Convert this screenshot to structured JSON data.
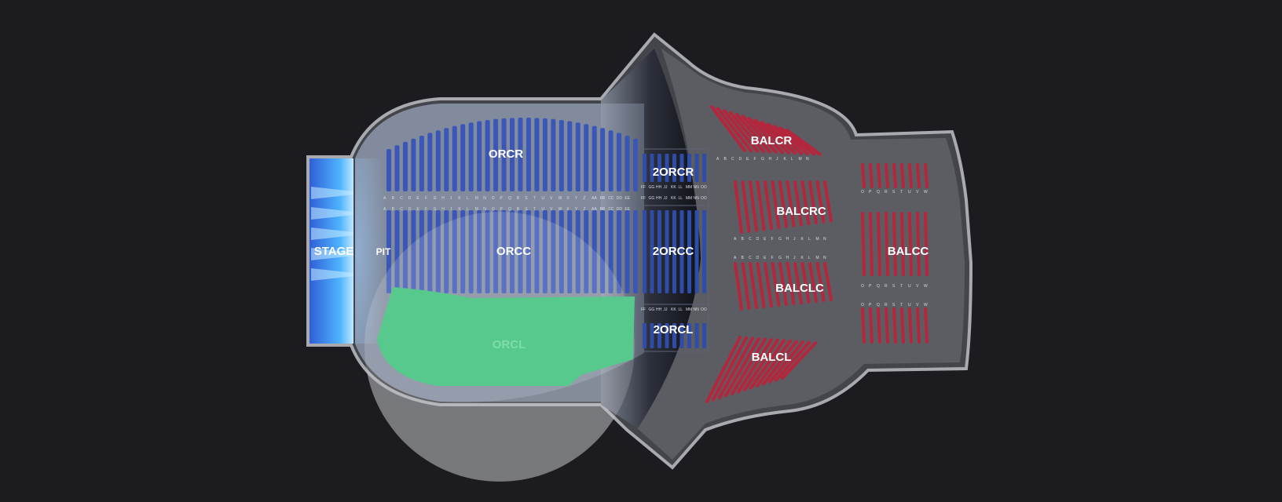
{
  "colors": {
    "background": "#1c1c20",
    "orchestra_seats": "#3a56b8",
    "balcony_seats": "#b5263d",
    "selected": "#57c98d",
    "stage_glow": "#3da8ff"
  },
  "stage": {
    "label": "STAGE"
  },
  "pit": {
    "label": "PIT"
  },
  "orchestra": {
    "orcr": {
      "label": "ORCR"
    },
    "orcc": {
      "label": "ORCC"
    },
    "orcl": {
      "label": "ORCL",
      "selected": true
    },
    "rows_front": [
      "A",
      "B",
      "C",
      "D",
      "E",
      "F",
      "G",
      "H",
      "J",
      "K",
      "L",
      "M",
      "N",
      "O",
      "P",
      "Q",
      "R",
      "S",
      "T",
      "U",
      "V",
      "W",
      "X",
      "Y",
      "Z",
      "AA",
      "BB",
      "CC",
      "DD",
      "EE"
    ],
    "rows_rear": [
      "FF",
      "GG",
      "HH",
      "JJ",
      "KK",
      "LL",
      "MM",
      "NN",
      "OO"
    ]
  },
  "orchestra2": {
    "orcr2": {
      "label": "2ORCR"
    },
    "orcc2": {
      "label": "2ORCC"
    },
    "orcl2": {
      "label": "2ORCL"
    }
  },
  "balcony": {
    "balcr": {
      "label": "BALCR"
    },
    "balcrc": {
      "label": "BALCRC"
    },
    "balclc": {
      "label": "BALCLC"
    },
    "balcl": {
      "label": "BALCL"
    },
    "balcc": {
      "label": "BALCC"
    },
    "rows_inner": [
      "A",
      "B",
      "C",
      "D",
      "E",
      "F",
      "G",
      "H",
      "J",
      "K",
      "L",
      "M",
      "N"
    ],
    "rows_outer": [
      "O",
      "P",
      "Q",
      "R",
      "S",
      "T",
      "U",
      "V",
      "W"
    ]
  }
}
